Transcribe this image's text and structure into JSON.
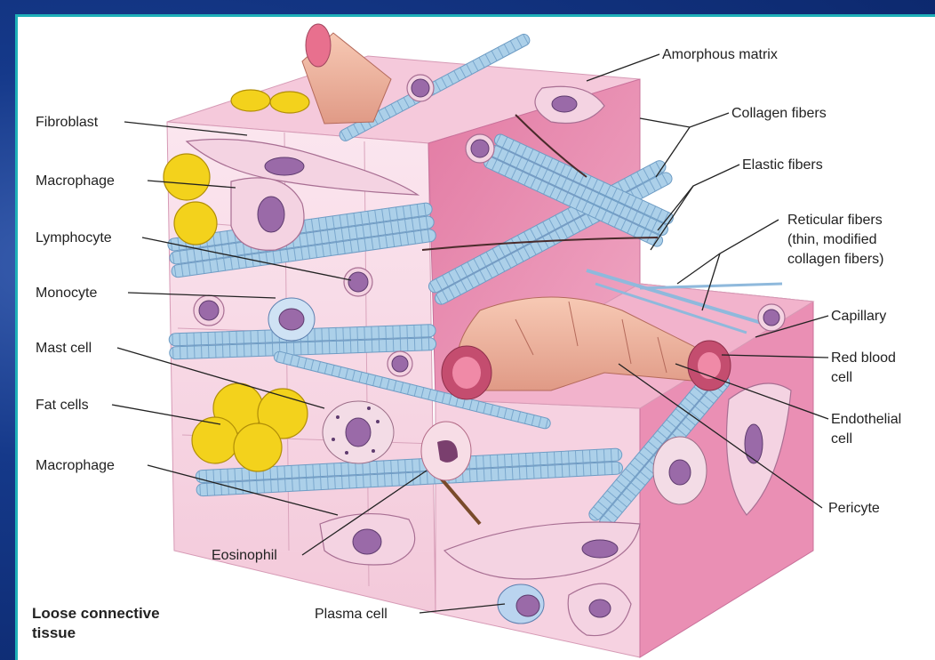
{
  "diagram": {
    "caption": "Loose connective\ntissue",
    "caption_lines": [
      "Loose connective",
      "tissue"
    ],
    "labels_left": [
      {
        "id": "fibroblast",
        "text": "Fibroblast"
      },
      {
        "id": "macrophage-top",
        "text": "Macrophage"
      },
      {
        "id": "lymphocyte",
        "text": "Lymphocyte"
      },
      {
        "id": "monocyte",
        "text": "Monocyte"
      },
      {
        "id": "mast-cell",
        "text": "Mast cell"
      },
      {
        "id": "fat-cells",
        "text": "Fat cells"
      },
      {
        "id": "macrophage-bottom",
        "text": "Macrophage"
      }
    ],
    "labels_bottom": [
      {
        "id": "eosinophil",
        "text": "Eosinophil"
      },
      {
        "id": "plasma-cell",
        "text": "Plasma cell"
      }
    ],
    "labels_right": [
      {
        "id": "amorphous-matrix",
        "text": "Amorphous matrix"
      },
      {
        "id": "collagen-fibers",
        "text": "Collagen fibers"
      },
      {
        "id": "elastic-fibers",
        "text": "Elastic fibers"
      },
      {
        "id": "reticular-fibers-1",
        "text": "Reticular fibers"
      },
      {
        "id": "reticular-fibers-2",
        "text": "(thin, modified"
      },
      {
        "id": "reticular-fibers-3",
        "text": "collagen fibers)"
      },
      {
        "id": "capillary",
        "text": "Capillary"
      },
      {
        "id": "red-blood-cell-1",
        "text": "Red blood"
      },
      {
        "id": "red-blood-cell-2",
        "text": "cell"
      },
      {
        "id": "endothelial-cell-1",
        "text": "Endothelial"
      },
      {
        "id": "endothelial-cell-2",
        "text": "cell"
      },
      {
        "id": "pericyte",
        "text": "Pericyte"
      }
    ],
    "colors": {
      "background": "#0b2a6e",
      "border_accent": "#1fb0b8",
      "tissue_light": "#f6d6e4",
      "tissue_dark": "#e58fb1",
      "collagen": "#a9cde6",
      "fat": "#f3d21c"
    }
  }
}
